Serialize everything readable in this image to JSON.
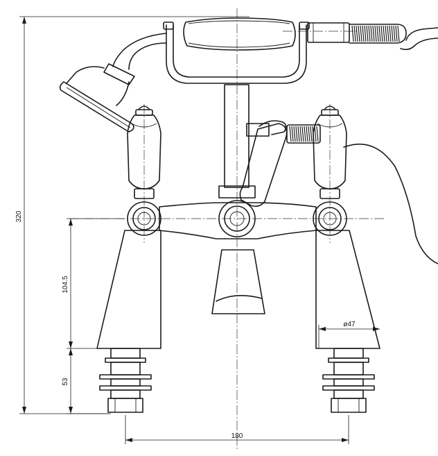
{
  "dimensions": {
    "overall_height": "320",
    "body_height": "104.5",
    "shank_height": "53",
    "centres": "180",
    "spout_diameter": "ø47"
  },
  "colors": {
    "line": "#1a1a1a",
    "background": "#ffffff"
  }
}
